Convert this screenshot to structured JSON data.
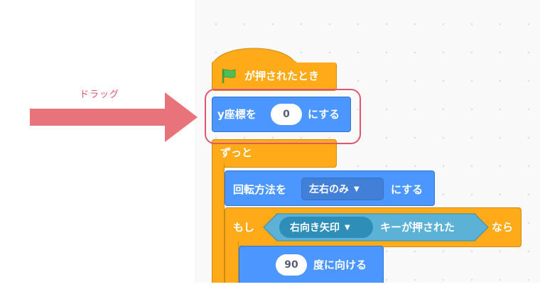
{
  "annotation": {
    "label": "ドラッグ",
    "color": "#e0566c"
  },
  "blocks": {
    "hat": {
      "label": "が押されたとき"
    },
    "set_y": {
      "label_prefix": "y座標を",
      "value": "0",
      "label_suffix": "にする"
    },
    "forever": {
      "label": "ずっと"
    },
    "rotation": {
      "label_prefix": "回転方法を",
      "dropdown": "左右のみ",
      "label_suffix": "にする"
    },
    "if_block": {
      "label_if": "もし",
      "key_dropdown": "右向き矢印",
      "key_suffix": "キーが押された",
      "label_then": "なら"
    },
    "point_dir": {
      "value": "90",
      "label": "度に向ける"
    }
  },
  "colors": {
    "control": "#ffab19",
    "motion": "#4c97ff",
    "sensing": "#5cb1d6",
    "flag": "#4cbf56",
    "highlight": "#e0566c"
  }
}
